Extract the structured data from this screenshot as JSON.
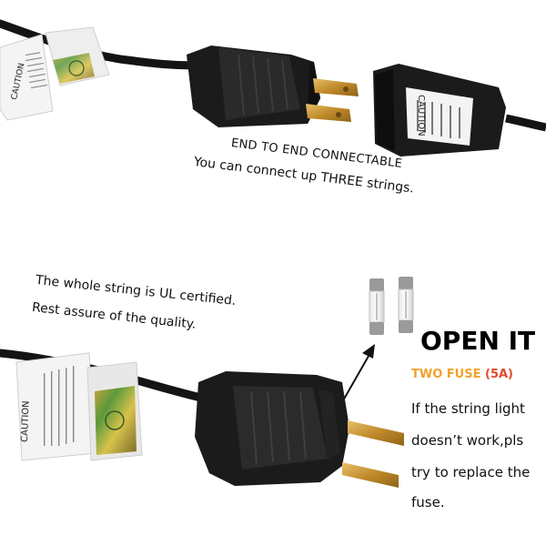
{
  "top": {
    "line1": "END TO END CONNECTABLE",
    "line2": "You can connect up THREE strings."
  },
  "middle": {
    "line1": "The whole string is UL certified.",
    "line2": "Rest assure of the quality."
  },
  "right": {
    "heading": "OPEN IT",
    "fuse_label": "TWO FUSE",
    "fuse_rating": "(5A)",
    "note_lines": [
      "If the string light",
      "doesn’t work,pls",
      "try to replace the",
      "fuse."
    ]
  },
  "labels": {
    "caution": "CAUTION"
  },
  "colors": {
    "fuse_label": "#f0a22c",
    "fuse_rating": "#e04a2a",
    "plug": "#1b1b1b",
    "prong": "#c8912e"
  }
}
